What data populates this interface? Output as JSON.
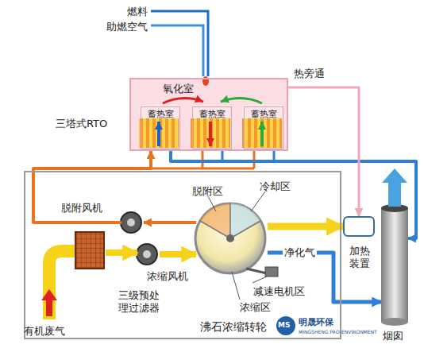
{
  "diagram": {
    "nodes": [
      {
        "text": [
          "氧化室",
          "三塔式RTO"
        ]
      },
      {
        "text": [
          "蓄热室"
        ],
        "in": 0
      },
      {
        "text": [
          "蓄热室"
        ],
        "in": 0
      },
      {
        "text": [
          "蓄热室"
        ],
        "in": 0
      },
      {
        "text": [
          "沸石浓缩转轮"
        ]
      },
      {
        "text": [
          "三级预处理过滤器"
        ],
        "in": 4
      },
      {
        "text": [
          "脱附风机"
        ],
        "in": 4
      },
      {
        "text": [
          "浓缩风机"
        ],
        "in": 4
      },
      {
        "text": [
          "脱附区",
          "冷却区",
          "减速电机区",
          "浓缩区"
        ],
        "in": 4
      },
      {
        "text": [
          "加热装置"
        ]
      },
      {
        "text": [
          "烟囱"
        ]
      }
    ],
    "edges": [
      {
        "from": 5,
        "to": 7,
        "arrow": "to"
      },
      {
        "from": 7,
        "to": 8,
        "arrow": "to"
      },
      {
        "from": 8,
        "to": 10,
        "arrow": "to",
        "label": "净化气"
      },
      {
        "from": 8,
        "to": 9,
        "arrow": "to"
      },
      {
        "from": 8,
        "to": 6,
        "arrow": "to"
      },
      {
        "from": 6,
        "to": 0,
        "arrow": "to"
      },
      {
        "from": 0,
        "to": 10,
        "arrow": "to"
      },
      {
        "from": 0,
        "to": 9,
        "arrow": "to",
        "label": "热旁通"
      }
    ],
    "labels": [
      "燃料",
      "助燃空气",
      "有机废气",
      "明晟环保",
      "MS",
      "MINGSHENG PRO-ENVIRONMENT"
    ]
  }
}
